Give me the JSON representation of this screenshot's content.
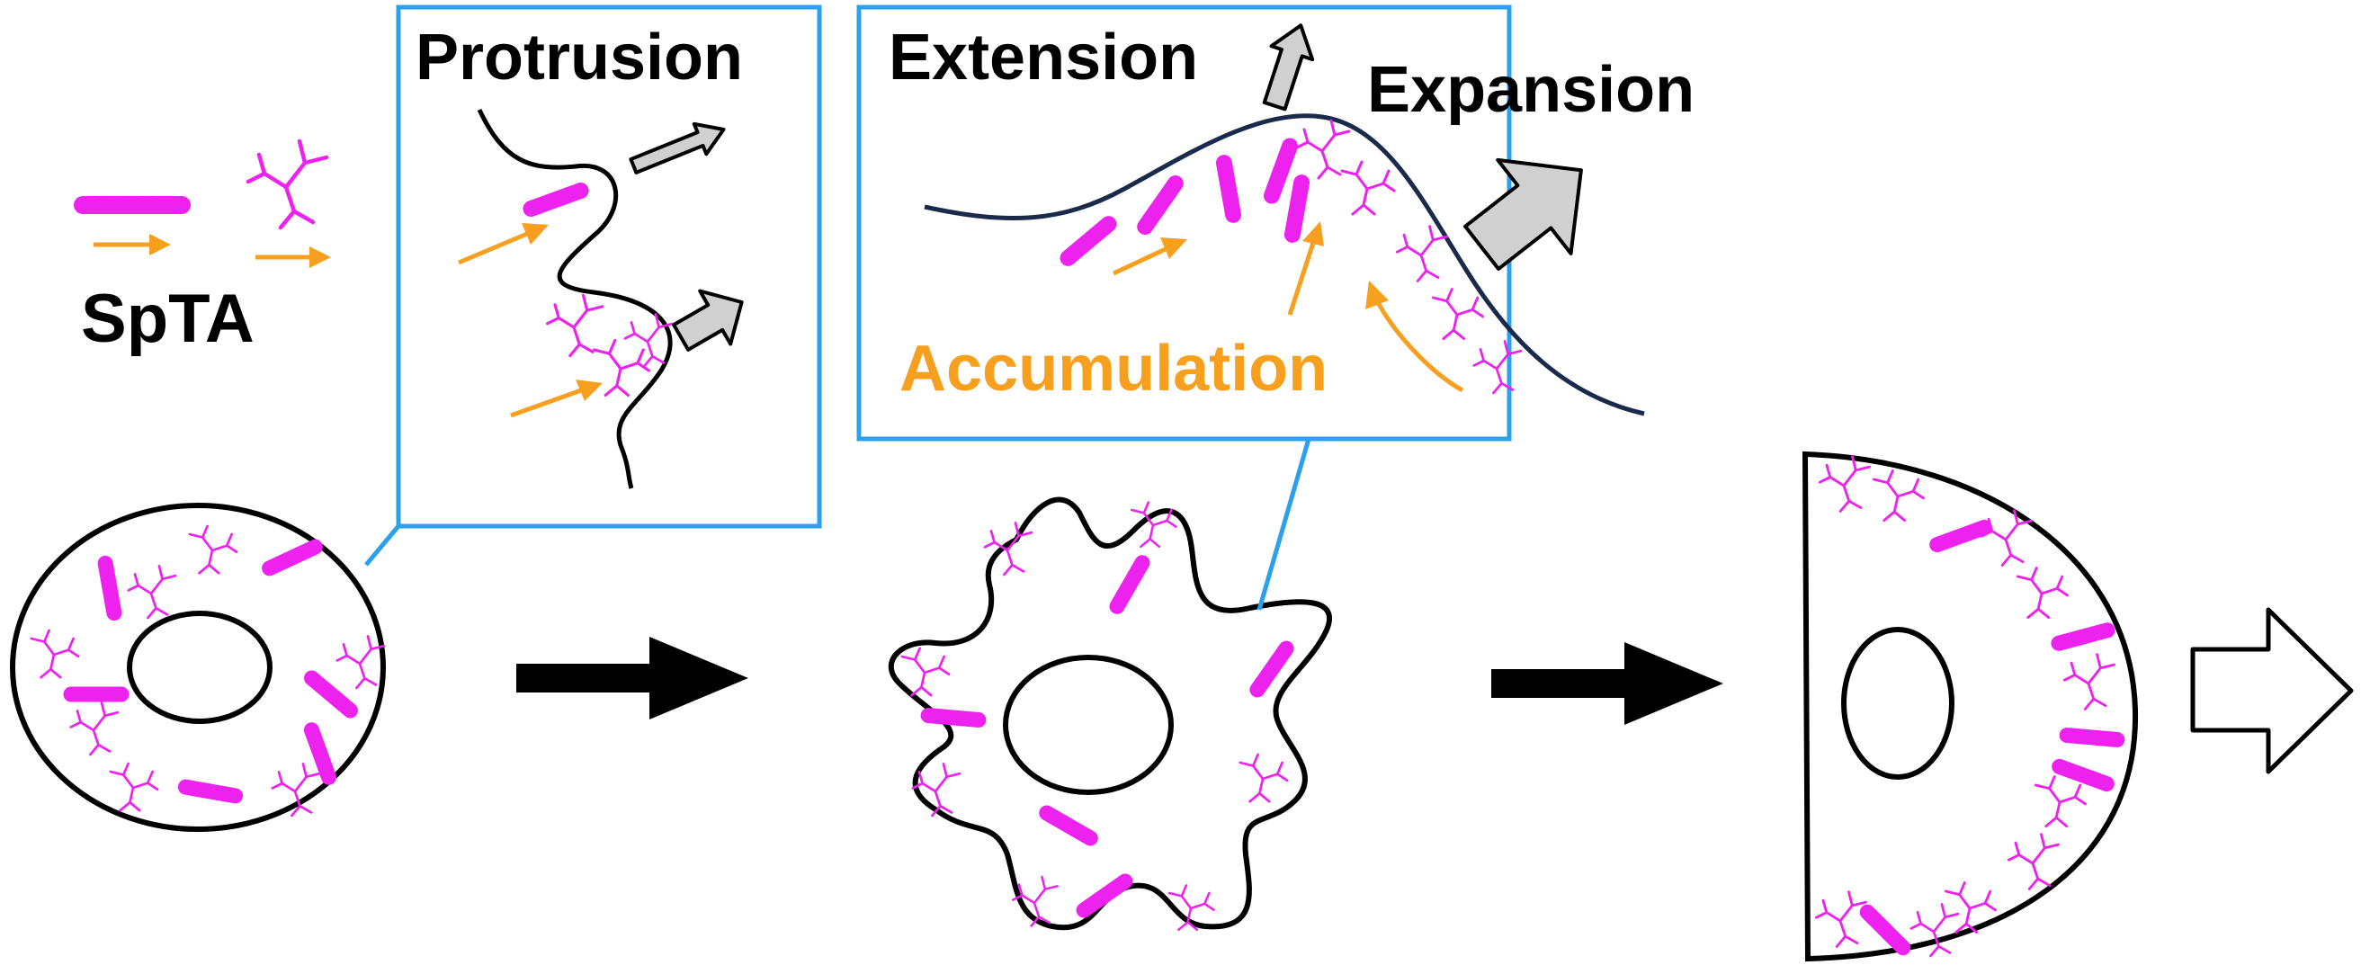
{
  "labels": {
    "protrusion": "Protrusion",
    "extension": "Extension",
    "expansion": "Expansion",
    "accumulation": "Accumulation",
    "sptA": "SpTA"
  },
  "colors": {
    "magenta": "#ee22ee",
    "orange": "#f7a020",
    "frame_blue": "#2ba0ec",
    "membrane_navy": "#1a2a4a",
    "gray_arrow": "#d0d0d0",
    "black": "#000000"
  }
}
